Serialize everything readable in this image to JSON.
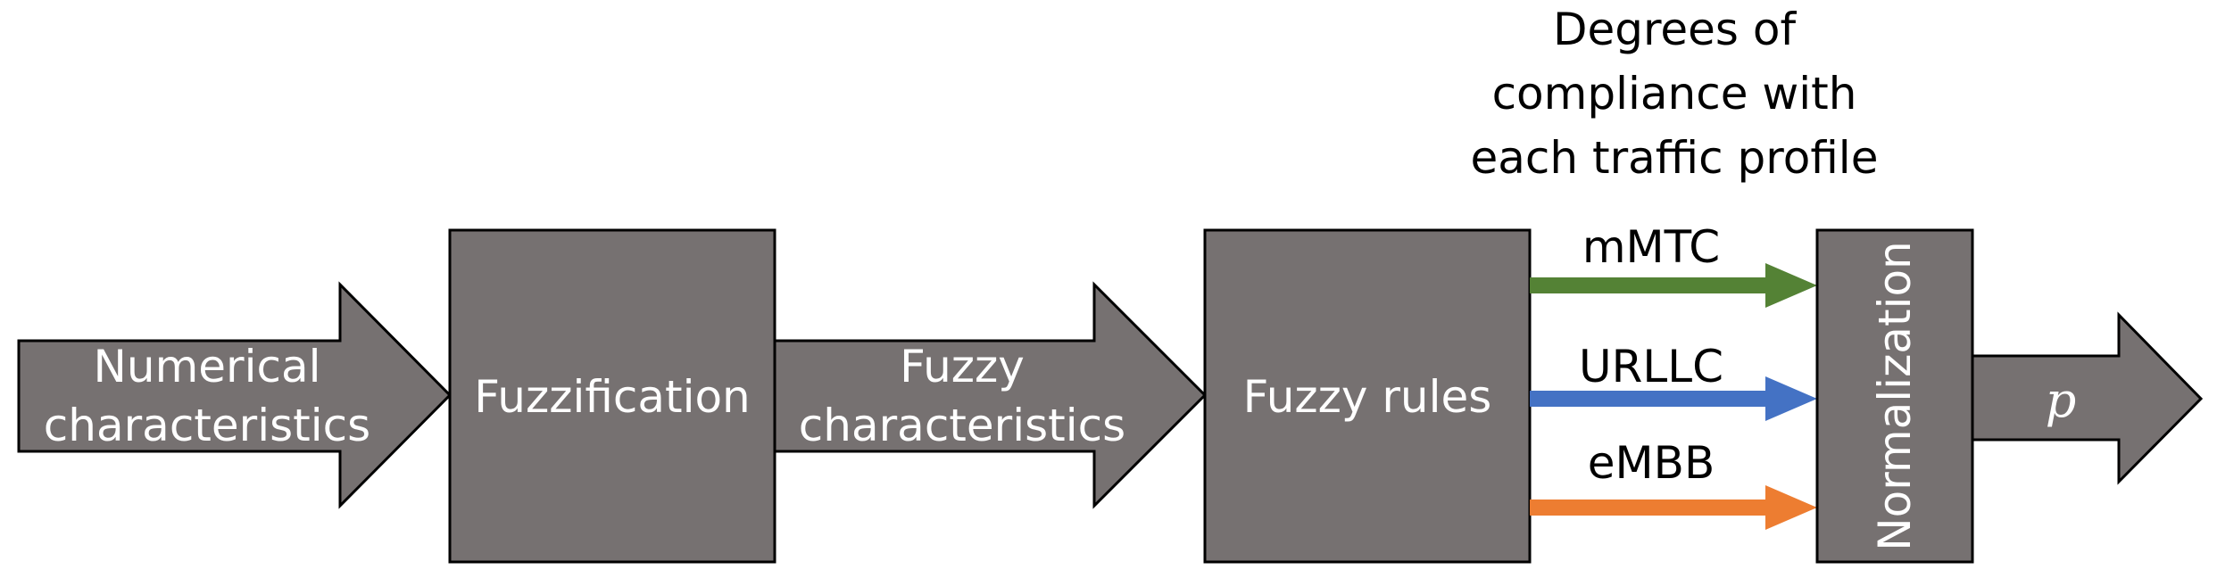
{
  "diagram": {
    "input_arrow": {
      "line1": "Numerical",
      "line2": "characteristics"
    },
    "fuzzification_box": {
      "label": "Fuzzification"
    },
    "mid_arrow": {
      "line1": "Fuzzy",
      "line2": "characteristics"
    },
    "rules_box": {
      "label": "Fuzzy rules"
    },
    "compliance_heading": {
      "line1": "Degrees of",
      "line2": "compliance with",
      "line3": "each traffic profile"
    },
    "profiles": [
      {
        "label": "mMTC",
        "color": "#548235"
      },
      {
        "label": "URLLC",
        "color": "#4472C4"
      },
      {
        "label": "eMBB",
        "color": "#ED7D31"
      }
    ],
    "normalization_box": {
      "label": "Normalization"
    },
    "output_arrow": {
      "base": "p",
      "accent": "¯"
    },
    "colors": {
      "block_fill": "#767171",
      "block_stroke": "#000000",
      "text_on_block": "#ffffff"
    }
  }
}
